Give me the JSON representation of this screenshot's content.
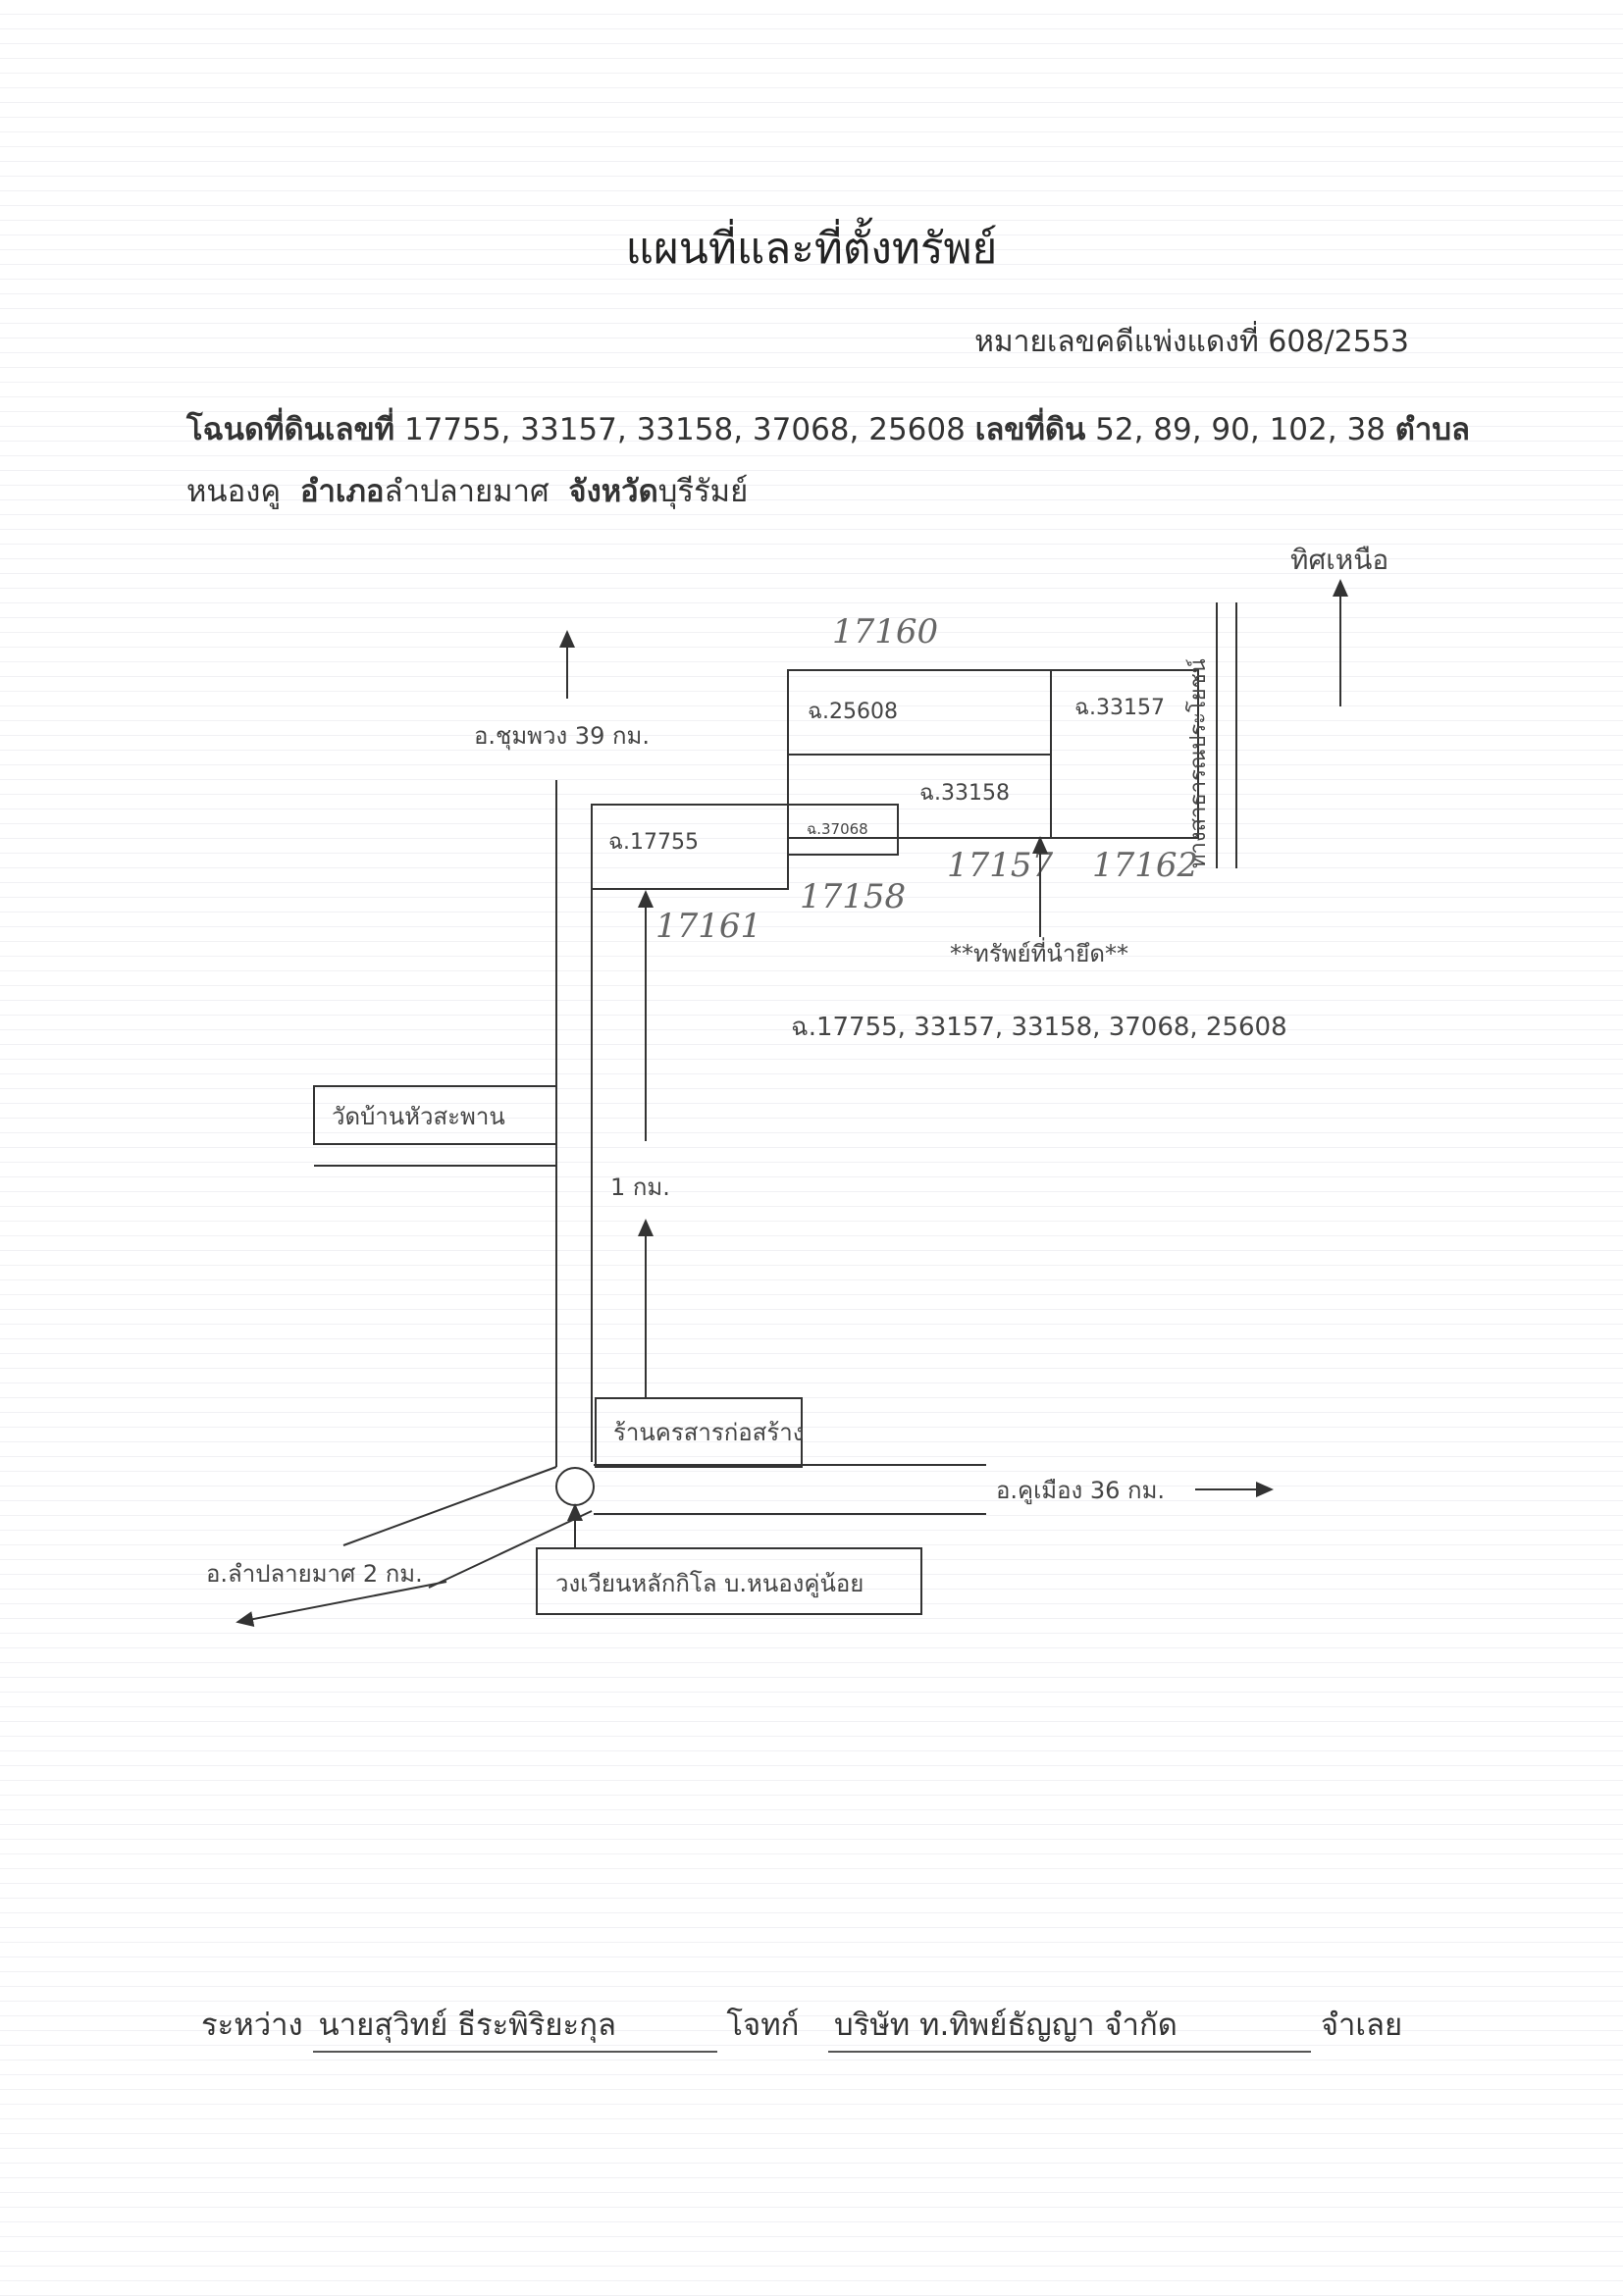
{
  "header": {
    "title": "แผนที่และที่ตั้งทรัพย์",
    "case_number": "หมายเลขคดีแพ่งแดงที่ 608/2553"
  },
  "deed_line": {
    "label_deed": "โฉนดที่ดินเลขที่",
    "deed_numbers": "17755, 33157, 33158, 37068, 25608",
    "label_land": "เลขที่ดิน",
    "land_numbers": "52, 89, 90, 102, 38",
    "label_subdistrict": "ตำบล",
    "subdistrict": "หนองคู",
    "label_district": "อำเภอ",
    "district": "ลำปลายมาศ",
    "label_province": "จังหวัด",
    "province": "บุรีรัมย์"
  },
  "map": {
    "north_label": "ทิศเหนือ",
    "to_chumphuang": "อ.ชุมพวง 39 กม.",
    "to_mueang": "อ.คูเมือง 36 กม.",
    "to_lamplaimat": "อ.ลำปลายมาศ 2 กม.",
    "distance_1km": "1 กม.",
    "temple": "วัดบ้านหัวสะพาน",
    "shop": "ร้านครสารก่อสร้าง",
    "roundabout": "วงเวียนหลักกิโล บ.หนองคู่น้อย",
    "public_way": "ทางสาธารณประโยชน์",
    "seized_label": "**ทรัพย์ที่นำยึด**",
    "seized_deeds": "ฉ.17755, 33157, 33158, 37068, 25608",
    "parcels": {
      "p25608": "ฉ.25608",
      "p33157": "ฉ.33157",
      "p33158": "ฉ.33158",
      "p17755": "ฉ.17755",
      "p37068": "ฉ.37068"
    },
    "handwritten": {
      "n17160": "17160",
      "n17161": "17161",
      "n17158": "17158",
      "n17157": "17157",
      "n17162": "17162"
    }
  },
  "footer": {
    "between": "ระหว่าง",
    "plaintiff_name": "นายสุวิทย์    ธีระพิริยะกุล",
    "plaintiff_label": "โจทก์",
    "defendant_name": "บริษัท ท.ทิพย์ธัญญา  จำกัด",
    "defendant_label": "จำเลย"
  }
}
